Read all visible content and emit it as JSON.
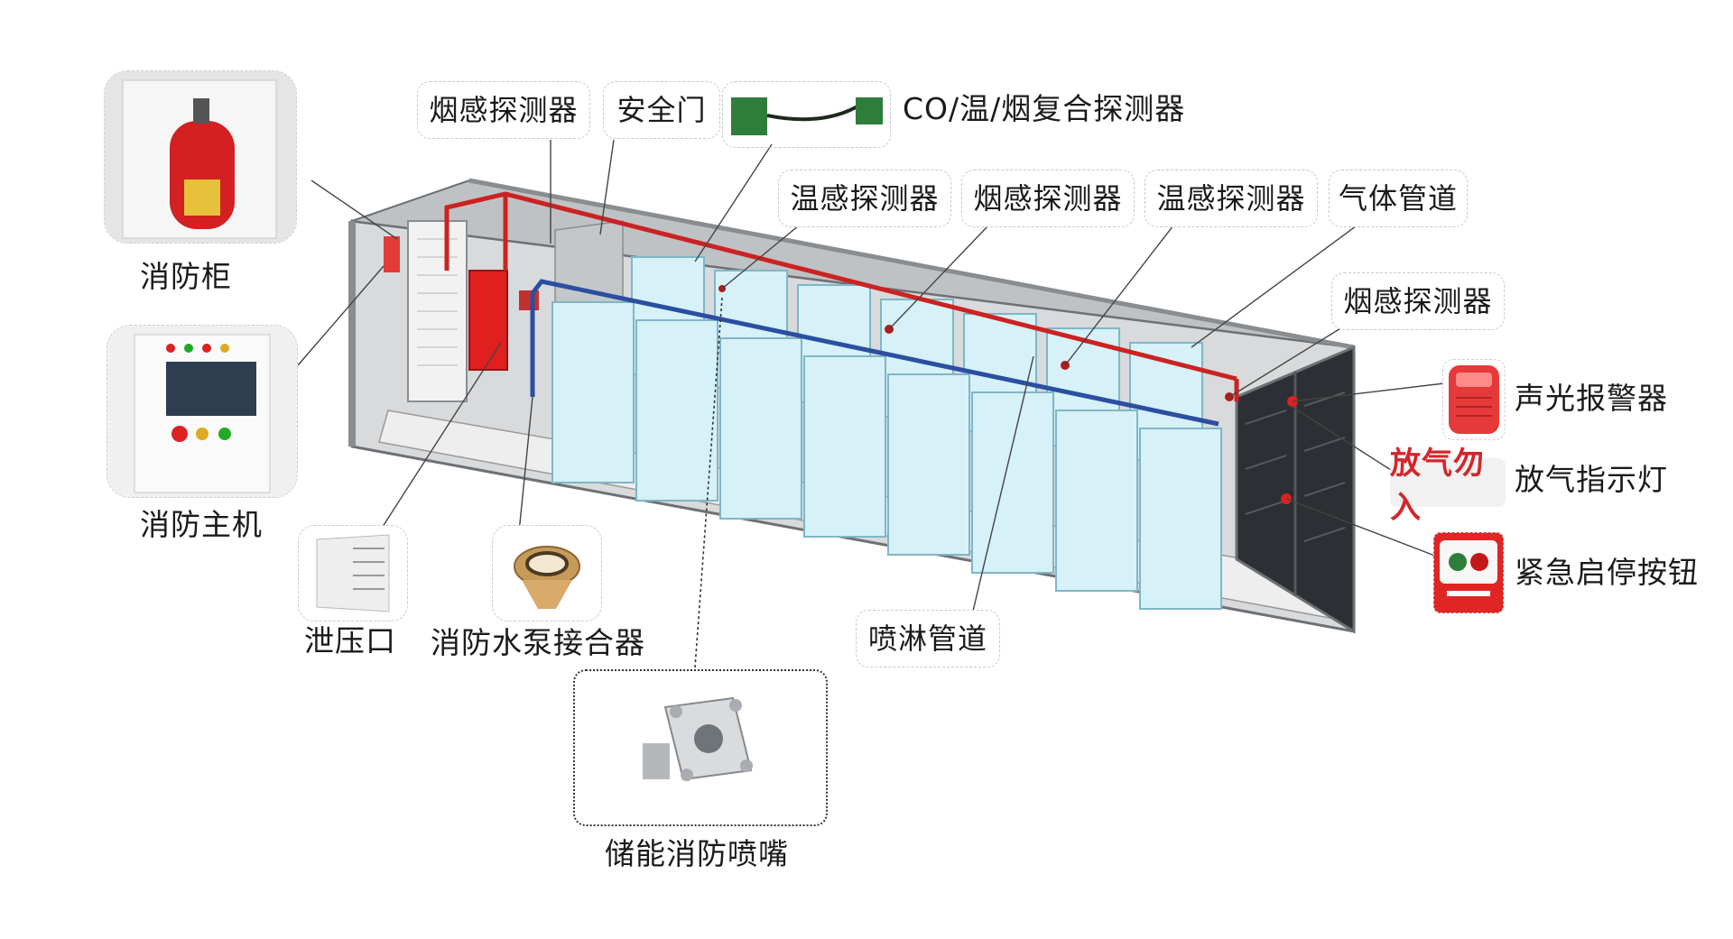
{
  "diagram": {
    "callouts": {
      "smoke_detector_1": "烟感探测器",
      "safety_door": "安全门",
      "co_temp_smoke_detector": "CO/温/烟复合探测器",
      "temp_detector_1": "温感探测器",
      "smoke_detector_2": "烟感探测器",
      "temp_detector_2": "温感探测器",
      "gas_pipe": "气体管道",
      "smoke_detector_3": "烟感探测器",
      "spray_pipe": "喷淋管道"
    },
    "labels": {
      "fire_cabinet": "消防柜",
      "fire_host": "消防主机",
      "pressure_relief": "泄压口",
      "pump_connector": "消防水泵接合器",
      "nozzle": "储能消防喷嘴",
      "sound_light_alarm": "声光报警器",
      "release_indicator": "放气指示灯",
      "emergency_button": "紧急启停按钮"
    },
    "sign_text": "放气勿入",
    "colors": {
      "fire_pipe": "#cc2222",
      "water_pipe": "#2b4fa0",
      "battery_cabinet": "#d6f1f7",
      "container_frame": "#8a8d90"
    }
  }
}
